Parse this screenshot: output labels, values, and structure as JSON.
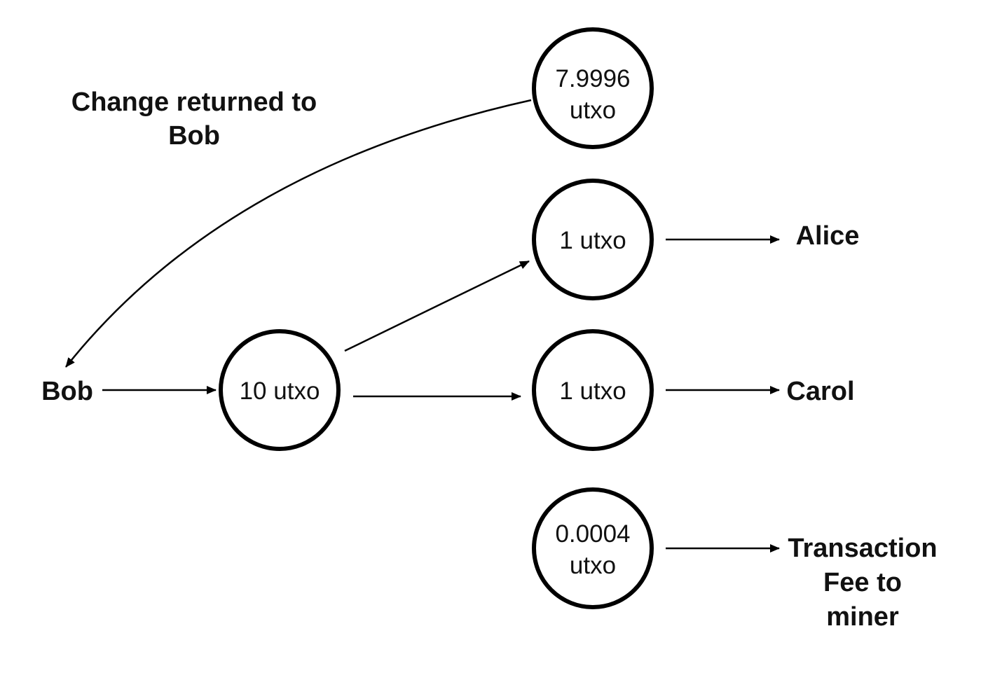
{
  "diagram": {
    "nodes": {
      "input": {
        "line1": "10 utxo"
      },
      "change": {
        "line1": "7.9996",
        "line2": "utxo"
      },
      "alice_out": {
        "line1": "1 utxo"
      },
      "carol_out": {
        "line1": "1 utxo"
      },
      "fee_out": {
        "line1": "0.0004",
        "line2": "utxo"
      }
    },
    "labels": {
      "bob": "Bob",
      "change_line1": "Change returned to",
      "change_line2": "Bob",
      "alice": "Alice",
      "carol": "Carol",
      "fee_line1": "Transaction",
      "fee_line2": "Fee to",
      "fee_line3": "miner"
    }
  }
}
